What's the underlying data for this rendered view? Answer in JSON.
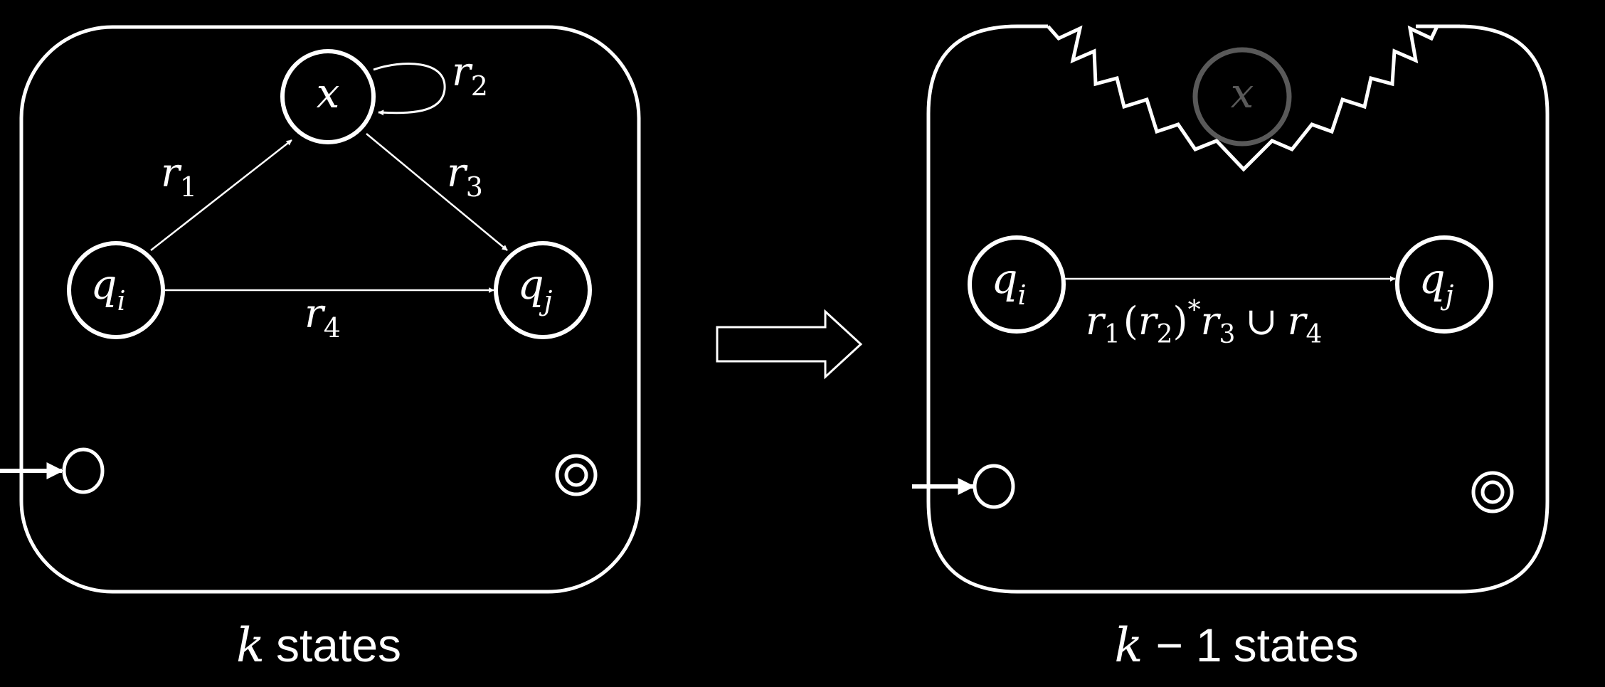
{
  "colors": {
    "background": "#000000",
    "stroke": "#ffffff",
    "removed_state": "#595959"
  },
  "left": {
    "caption_var": "k",
    "caption_text": "states",
    "state_x": "x",
    "state_qi": {
      "base": "q",
      "sub": "i"
    },
    "state_qj": {
      "base": "q",
      "sub": "j"
    },
    "r1": {
      "base": "r",
      "sub": "1"
    },
    "r2": {
      "base": "r",
      "sub": "2"
    },
    "r3": {
      "base": "r",
      "sub": "3"
    },
    "r4": {
      "base": "r",
      "sub": "4"
    }
  },
  "right": {
    "caption_var": "k",
    "caption_op": "−",
    "caption_num": "1",
    "caption_text": "states",
    "state_x": "x",
    "state_qi": {
      "base": "q",
      "sub": "i"
    },
    "state_qj": {
      "base": "q",
      "sub": "j"
    },
    "expr": {
      "r": "r",
      "s1": "1",
      "lp": "(",
      "s2": "2",
      "rp": ")",
      "star": "*",
      "s3": "3",
      "union": "∪",
      "s4": "4"
    }
  }
}
